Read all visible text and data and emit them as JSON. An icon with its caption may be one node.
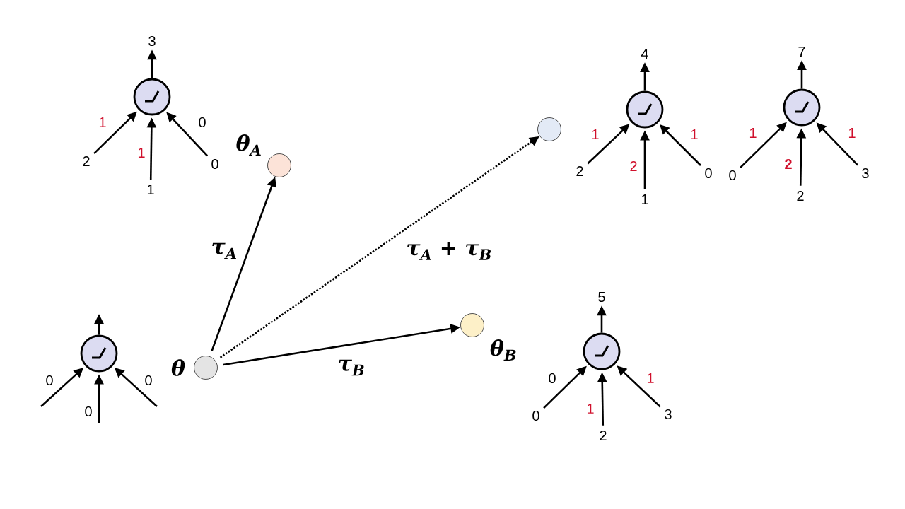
{
  "diagram": {
    "nodes": [
      {
        "text": [],
        "shape": "circle"
      },
      {
        "text": [
          "3"
        ]
      },
      {
        "text": [
          "2"
        ]
      },
      {
        "text": [
          "1"
        ]
      },
      {
        "text": [
          "0"
        ]
      },
      {
        "text": [],
        "shape": "circle",
        "beside": [
          "θ$_{A}$"
        ]
      },
      {
        "text": [],
        "shape": "circle"
      },
      {
        "text": [],
        "shape": "circle"
      },
      {
        "text": [
          "4"
        ]
      },
      {
        "text": [
          "2"
        ]
      },
      {
        "text": [
          "1"
        ]
      },
      {
        "text": [
          "0"
        ]
      },
      {
        "text": [],
        "shape": "circle"
      },
      {
        "text": [
          "7"
        ]
      },
      {
        "text": [
          "0"
        ]
      },
      {
        "text": [
          "2"
        ]
      },
      {
        "text": [
          "3"
        ]
      },
      {
        "text": [],
        "shape": "circle"
      },
      {
        "text": [],
        "shape": "circle",
        "beside": [
          "θ"
        ]
      },
      {
        "text": [],
        "shape": "circle",
        "beside": [
          "θ$_{B}$"
        ]
      },
      {
        "text": [],
        "shape": "circle"
      },
      {
        "text": [
          "5"
        ]
      },
      {
        "text": [
          "0"
        ]
      },
      {
        "text": [
          "2"
        ]
      },
      {
        "text": [
          "3"
        ]
      }
    ],
    "edges": [
      {
        "from": 2,
        "to": 0,
        "arrow": "to",
        "label": "1"
      },
      {
        "from": 3,
        "to": 0,
        "arrow": "to",
        "label": "1"
      },
      {
        "from": 4,
        "to": 0,
        "arrow": "to",
        "label": "0"
      },
      {
        "from": 0,
        "to": 1,
        "arrow": "to"
      },
      {
        "from": 18,
        "to": 5,
        "arrow": "to",
        "label": "τ$_{A}$"
      },
      {
        "from": 18,
        "to": 6,
        "arrow": "to",
        "label": "τ$_{A}$ + τ$_{B}$",
        "style": "dashed"
      },
      {
        "from": 18,
        "to": 19,
        "arrow": "to",
        "label": "τ$_{B}$"
      },
      {
        "from": 9,
        "to": 7,
        "arrow": "to",
        "label": "1"
      },
      {
        "from": 10,
        "to": 7,
        "arrow": "to",
        "label": "2"
      },
      {
        "from": 11,
        "to": 7,
        "arrow": "to",
        "label": "1"
      },
      {
        "from": 7,
        "to": 8,
        "arrow": "to"
      },
      {
        "from": 14,
        "to": 12,
        "arrow": "to",
        "label": "1"
      },
      {
        "from": 15,
        "to": 12,
        "arrow": "to",
        "label": "2"
      },
      {
        "from": 16,
        "to": 12,
        "arrow": "to",
        "label": "1"
      },
      {
        "from": 12,
        "to": 13,
        "arrow": "to"
      },
      {
        "from": null,
        "to": 17,
        "arrow": "to",
        "label": "0"
      },
      {
        "from": null,
        "to": 17,
        "arrow": "to",
        "label": "0"
      },
      {
        "from": null,
        "to": 17,
        "arrow": "to",
        "label": "0"
      },
      {
        "from": 17,
        "to": null,
        "arrow": "to"
      },
      {
        "from": 22,
        "to": 20,
        "arrow": "to",
        "label": "0"
      },
      {
        "from": 23,
        "to": 20,
        "arrow": "to",
        "label": "1"
      },
      {
        "from": 24,
        "to": 20,
        "arrow": "to",
        "label": "1"
      },
      {
        "from": 20,
        "to": 21,
        "arrow": "to"
      }
    ]
  }
}
